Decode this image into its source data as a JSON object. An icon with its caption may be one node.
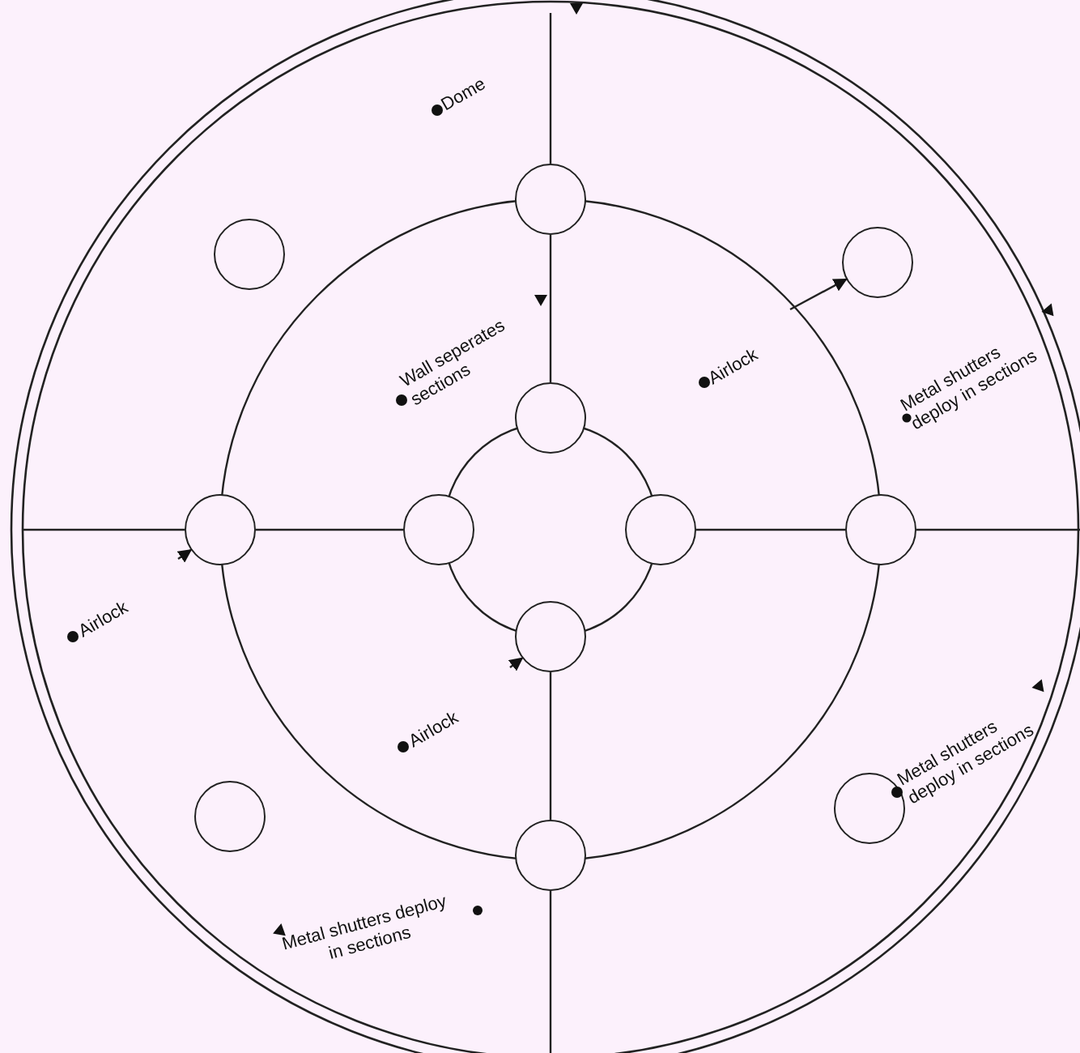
{
  "diagram": {
    "nodes": [
      {
        "text": [
          "Dome"
        ]
      },
      {
        "text": [],
        "shape": "circle"
      },
      {
        "text": [],
        "shape": "circle"
      },
      {
        "text": [],
        "shape": "circle"
      },
      {
        "text": [
          "Wall seperates sections"
        ]
      },
      {
        "text": [
          "Airlock"
        ]
      },
      {
        "text": [
          "Metal shutters deploy in sections"
        ]
      },
      {
        "text": [],
        "shape": "circle"
      },
      {
        "text": [],
        "shape": "circle"
      },
      {
        "text": [],
        "shape": "circle"
      },
      {
        "text": [],
        "shape": "circle"
      },
      {
        "text": [],
        "shape": "circle"
      },
      {
        "text": [
          "Airlock"
        ]
      },
      {
        "text": [],
        "shape": "circle"
      },
      {
        "text": [
          "Airlock"
        ]
      },
      {
        "text": [
          "Metal shutters deploy in sections"
        ]
      },
      {
        "text": [],
        "shape": "circle"
      },
      {
        "text": [],
        "shape": "circle"
      },
      {
        "text": [],
        "shape": "circle"
      },
      {
        "text": [
          "Metal shutters deploy in sections"
        ]
      }
    ],
    "edges": [
      {
        "from": null,
        "to": 3,
        "arrow": "to"
      },
      {
        "from": null,
        "to": 8,
        "arrow": "to"
      },
      {
        "from": null,
        "to": 13,
        "arrow": "to"
      },
      {
        "from": 1,
        "to": 7,
        "arrow": "none"
      },
      {
        "from": 8,
        "to": 9,
        "arrow": "none"
      },
      {
        "from": 10,
        "to": 11,
        "arrow": "none"
      },
      {
        "from": 13,
        "to": 18,
        "arrow": "none"
      }
    ]
  }
}
